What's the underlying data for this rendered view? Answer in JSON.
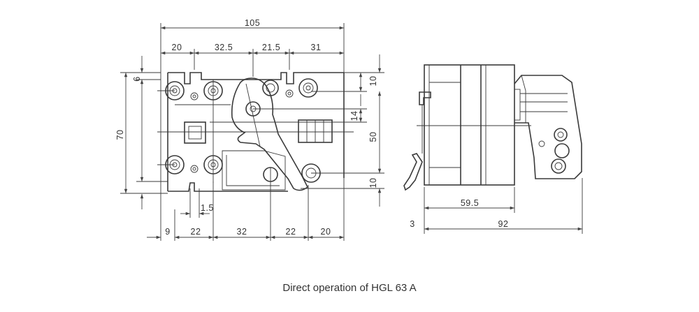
{
  "caption": "Direct operation of HGL 63 A",
  "front_view": {
    "top_dimensions": {
      "overall": "105",
      "a": "20",
      "b": "32.5",
      "c": "21.5",
      "d": "31"
    },
    "bottom_dimensions": {
      "a": "9",
      "b": "22",
      "c": "32",
      "d": "22",
      "e": "20"
    },
    "left_dimensions": {
      "overall": "70",
      "top_offset": "6"
    },
    "right_dimensions": {
      "top": "10",
      "middle": "50",
      "inner": "14",
      "bottom": "10"
    },
    "small_offset": "1.5"
  },
  "side_view": {
    "depth_body": "59.5",
    "depth_overall": "92",
    "offset": "3"
  }
}
